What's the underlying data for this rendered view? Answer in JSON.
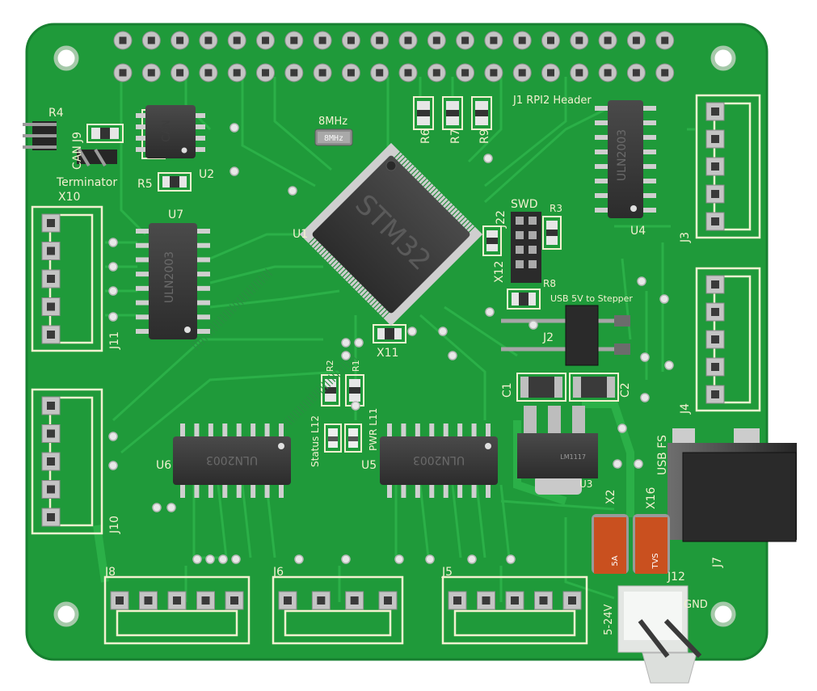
{
  "board": {
    "header_label": "J1 RPI2 Header",
    "mcu_text": "STM32",
    "crystal_text": "8MHz",
    "crystal_body_text": "8MHz",
    "can_chip_text": "CAN",
    "driver_text": "ULN2003",
    "regulator_text": "LM1117",
    "fuse_text": "5A",
    "tvs_text": "TVS",
    "swd_label": "SWD",
    "usb_stepper_label": "USB 5V to Stepper",
    "usb_label": "USB FS",
    "terminator_label": "Terminator",
    "status_label": "Status L12",
    "pwr_label": "PWR L11",
    "voltage_label": "5-24V",
    "gnd_label": "GND",
    "can_label": "CAN",
    "designators": {
      "R4": "R4",
      "J9": "J9",
      "X10": "X10",
      "R5": "R5",
      "U2": "U2",
      "U1": "U1",
      "U7": "U7",
      "R6": "R6",
      "R7": "R7",
      "R9": "R9",
      "U4": "U4",
      "J3": "J3",
      "J22": "J22",
      "R3": "R3",
      "X12": "X12",
      "R8": "R8",
      "J2": "J2",
      "J4": "J4",
      "J11": "J11",
      "X11": "X11",
      "R2": "R2",
      "R1": "R1",
      "C1": "C1",
      "C2": "C2",
      "U6": "U6",
      "U5": "U5",
      "U3": "U3",
      "J10": "J10",
      "X2": "X2",
      "X16": "X16",
      "J7": "J7",
      "J8": "J8",
      "J6": "J6",
      "J5": "J5",
      "J12": "J12"
    }
  },
  "colors": {
    "pcb": "#1f9a3a",
    "pcb_trace": "#2cb04a",
    "silkscreen": "#f3f1d0",
    "ic_body": "#3a3a3a",
    "pad": "#c7c7c7",
    "fuse": "#c9501f"
  }
}
